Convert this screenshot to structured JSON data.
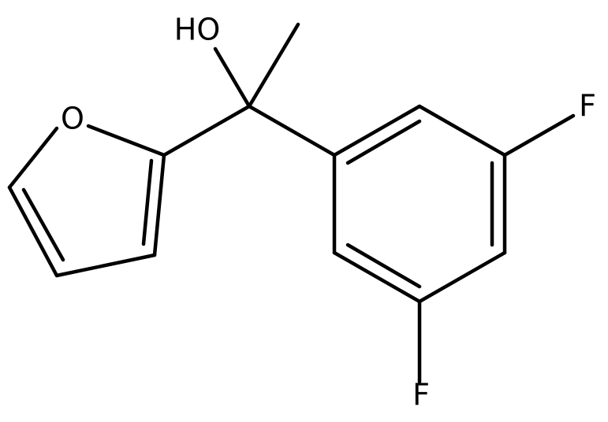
{
  "structure": {
    "labels": {
      "hydroxyl": "HO",
      "furan_oxygen": "O",
      "fluorine_top": "F",
      "fluorine_bottom": "F"
    },
    "colors": {
      "bond": "#000000",
      "text": "#000000",
      "background": "#ffffff"
    }
  }
}
